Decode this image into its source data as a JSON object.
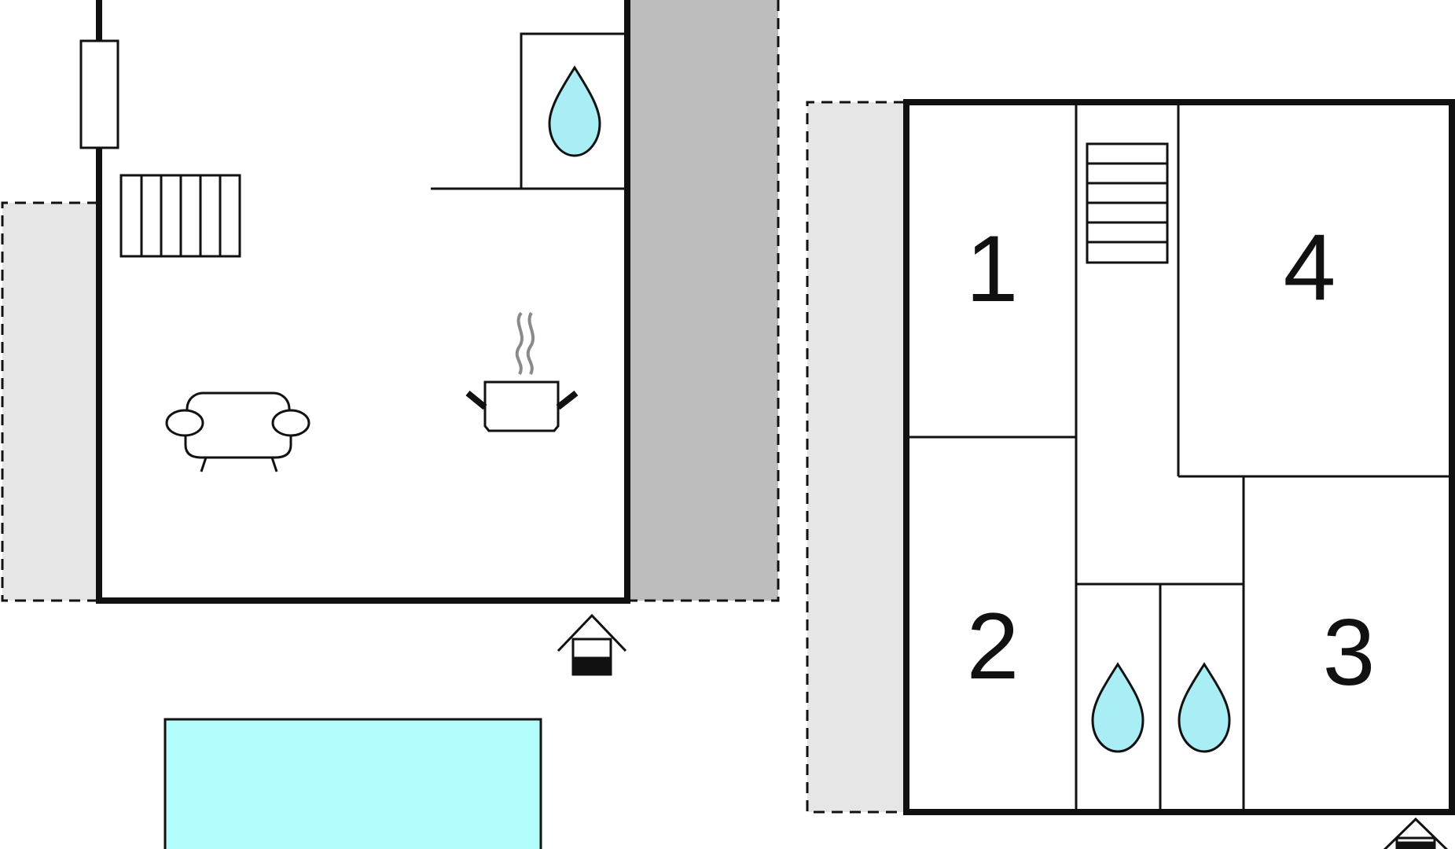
{
  "colors": {
    "wall": "#111111",
    "line": "#111111",
    "terrace_light": "#e6e6e6",
    "terrace_dark": "#bdbdbd",
    "water": "#aaeef5",
    "pool": "#b2fcfc",
    "steam": "#8a8a8a",
    "background": "#ffffff"
  },
  "rooms": {
    "room_1": {
      "label": "1"
    },
    "room_2": {
      "label": "2"
    },
    "room_3": {
      "label": "3"
    },
    "room_4": {
      "label": "4"
    }
  },
  "icons": [
    "water-drop-icon",
    "radiator-icon",
    "sofa-icon",
    "cooking-pot-icon",
    "entrance-icon",
    "stairs-icon",
    "pool-icon"
  ]
}
